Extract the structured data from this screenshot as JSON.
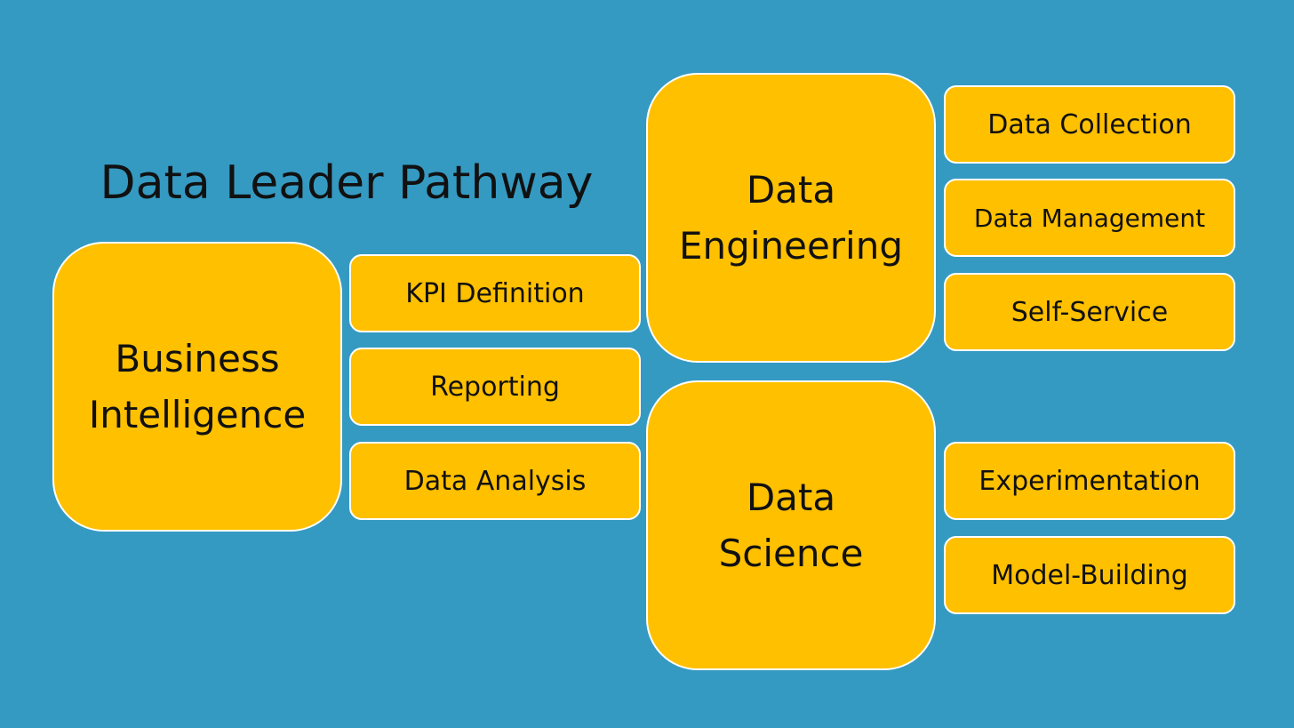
{
  "title": "Data Leader Pathway",
  "colors": {
    "background": "#359AC2",
    "box_fill": "#FFC000",
    "box_border": "#FFFFFF",
    "text": "#111111"
  },
  "groups": {
    "business_intelligence": {
      "line1": "Business",
      "line2": "Intelligence",
      "items": [
        "KPI Definition",
        "Reporting",
        "Data Analysis"
      ]
    },
    "data_engineering": {
      "line1": "Data",
      "line2": "Engineering",
      "items": [
        "Data Collection",
        "Data Management",
        "Self-Service"
      ]
    },
    "data_science": {
      "line1": "Data",
      "line2": "Science",
      "items": [
        "Experimentation",
        "Model-Building"
      ]
    }
  }
}
